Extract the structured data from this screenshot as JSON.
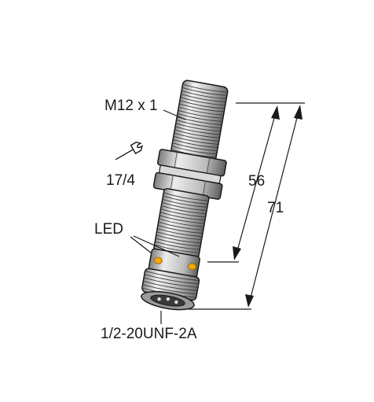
{
  "labels": {
    "thread_main": "M12 x 1",
    "wrench_size": "17/4",
    "led": "LED",
    "dim_short": "56",
    "dim_long": "71",
    "thread_connector": "1/2-20UNF-2A"
  },
  "colors": {
    "line": "#1a1a1a",
    "body_light": "#efefef",
    "body_mid": "#b9b9b9",
    "body_dark": "#6f6f6f",
    "led": "#f2a900"
  },
  "icons": {
    "wrench": "wrench-icon"
  }
}
